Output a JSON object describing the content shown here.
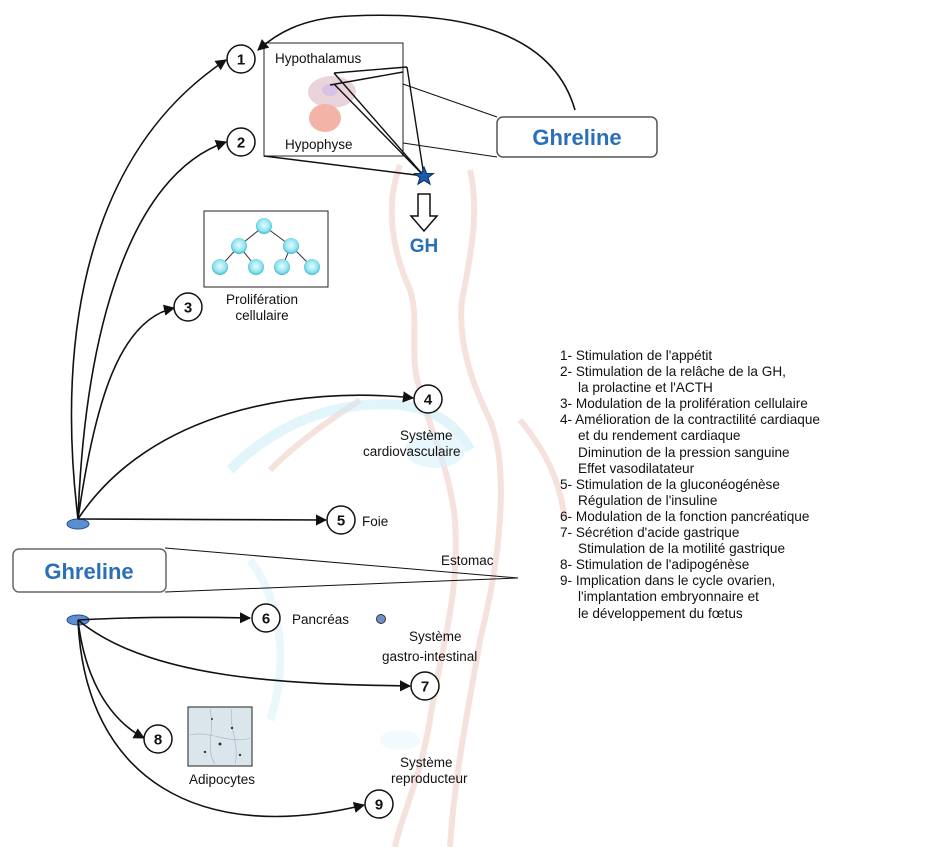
{
  "organs": {
    "hypothalamus": "Hypothalamus",
    "hypophyse": "Hypophyse",
    "gh": "GH",
    "proliferation": [
      "Prolifération",
      "cellulaire"
    ],
    "cardio": [
      "Système",
      "cardiovasculaire"
    ],
    "foie": "Foie",
    "estomac": "Estomac",
    "pancreas": "Pancréas",
    "gastro": [
      "Système",
      "gastro-intestinal"
    ],
    "adipocytes": "Adipocytes",
    "repro": [
      "Système",
      "reproducteur"
    ]
  },
  "ghreline_top": "Ghreline",
  "ghreline_main": "Ghreline",
  "numbers": [
    "1",
    "2",
    "3",
    "4",
    "5",
    "6",
    "7",
    "8",
    "9"
  ],
  "legend": [
    [
      "1- Stimulation de l'appétit"
    ],
    [
      "2- Stimulation de la relâche de la GH,",
      "la prolactine et l'ACTH"
    ],
    [
      "3- Modulation de la prolifération cellulaire"
    ],
    [
      "4- Amélioration de la contractilité cardiaque",
      "et du rendement cardiaque",
      "Diminution de la pression sanguine",
      "Effet vasodilatateur"
    ],
    [
      "5- Stimulation de la gluconéogénèse",
      "Régulation de l'insuline"
    ],
    [
      "6- Modulation de la fonction pancréatique"
    ],
    [
      "7- Sécrétion d'acide gastrique",
      "Stimulation de la motilité gastrique"
    ],
    [
      "8- Stimulation de l'adipogénèse"
    ],
    [
      "9- Implication dans le cycle ovarien,",
      "l'implantation embryonnaire et",
      "le développement du fœtus"
    ]
  ],
  "colors": {
    "ghreline": "#2a6fb8",
    "arrow": "#111111",
    "body_outline": "#f2d6cf",
    "organ_blue": "#b9e3f3"
  }
}
